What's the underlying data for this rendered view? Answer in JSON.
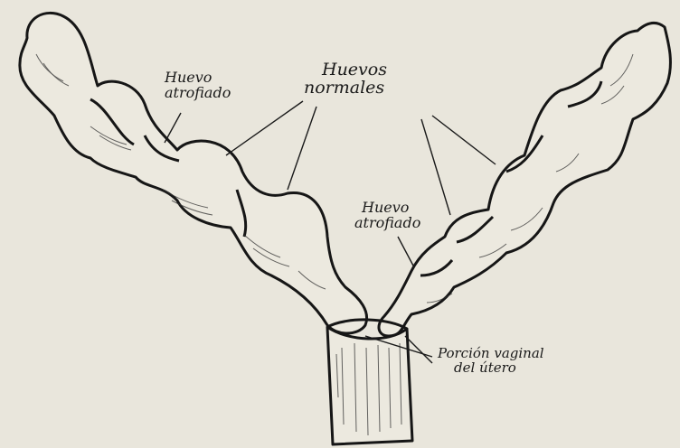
{
  "labels": {
    "huevo_atrofiado_left": [
      "Huevo",
      "atrofiado"
    ],
    "huevos_normales": [
      "Huevos",
      "normales"
    ],
    "huevo_atrofiado_right": [
      "Huevo",
      "atrofiado"
    ],
    "porcion_vaginal": [
      "Porción vaginal",
      "del útero"
    ]
  }
}
